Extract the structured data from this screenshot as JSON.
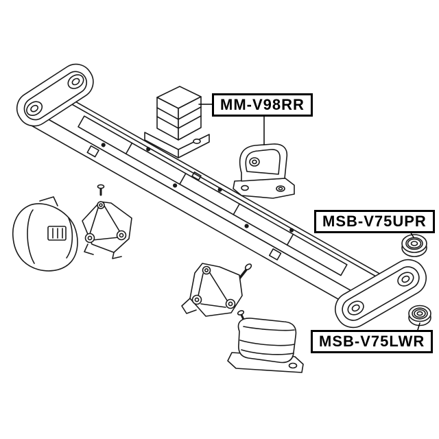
{
  "diagram": {
    "background_color": "#ffffff",
    "line_color": "#1a1a1a",
    "label_border_color": "#000000",
    "labels": [
      {
        "text": "MM-V98RR"
      },
      {
        "text": "MSB-V75UPR"
      },
      {
        "text": "MSB-V75LWR"
      }
    ]
  }
}
